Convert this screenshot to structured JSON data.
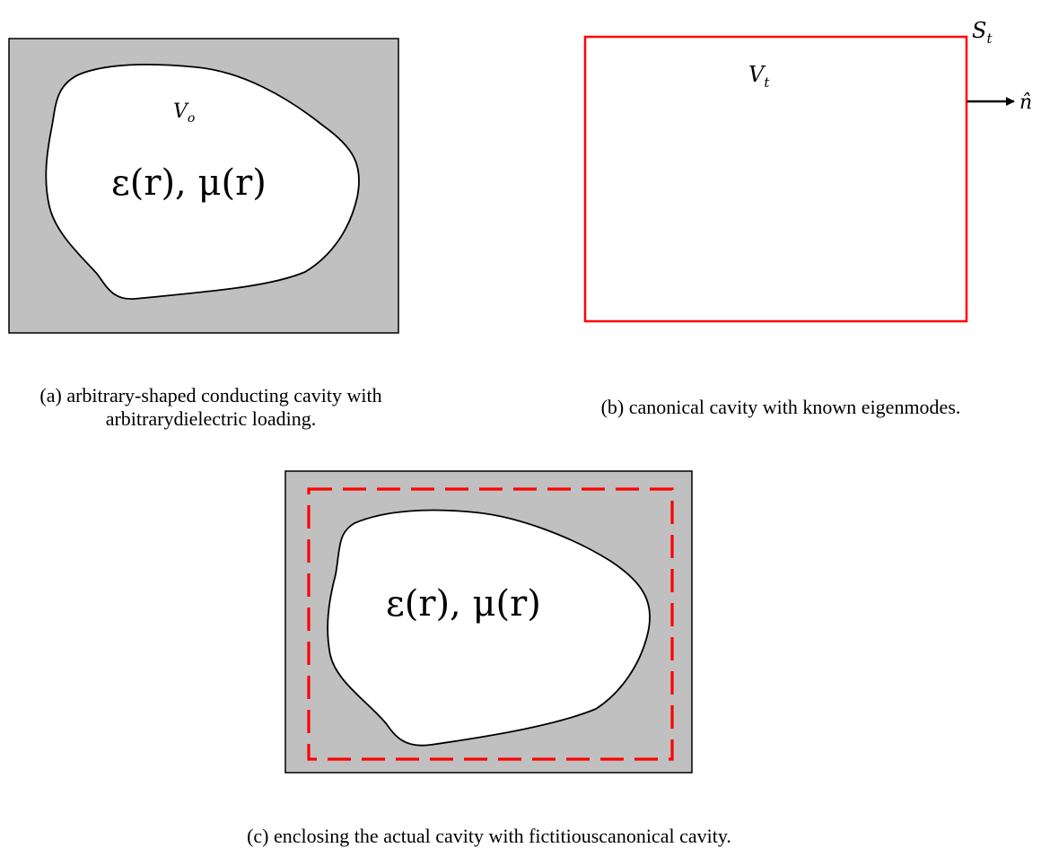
{
  "panel_a": {
    "volume_label": "V",
    "volume_subscript": "o",
    "material_label": "ε(r), μ(r)",
    "caption_line1": "(a) arbitrary-shaped conducting cavity with",
    "caption_line2": "arbitrarydielectric loading."
  },
  "panel_b": {
    "volume_label": "V",
    "volume_subscript": "t",
    "surface_label": "S",
    "surface_subscript": "t",
    "normal_label": "n̂",
    "caption": "(b) canonical cavity with known eigenmodes."
  },
  "panel_c": {
    "material_label": "ε(r), μ(r)",
    "caption": "(c) enclosing the actual cavity with fictitiouscanonical cavity."
  },
  "colors": {
    "conductor_fill": "#c0c0c0",
    "cavity_fill": "#ffffff",
    "outline": "#000000",
    "canonical_boundary": "#ff0000"
  }
}
